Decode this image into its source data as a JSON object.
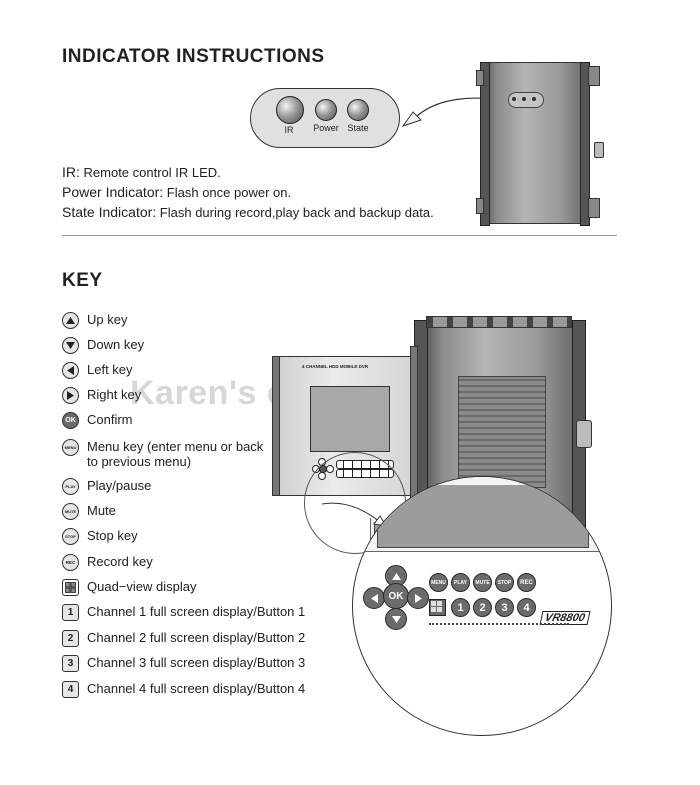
{
  "indicator_section": {
    "title": "INDICATOR INSTRUCTIONS",
    "panel_labels": [
      "IR",
      "Power",
      "State"
    ],
    "items": [
      {
        "label": "IR:",
        "text": "Remote control IR LED."
      },
      {
        "label": "Power Indicator:",
        "text": "Flash once power on."
      },
      {
        "label": "State Indicator:",
        "text": "Flash during record,play back and backup data."
      }
    ]
  },
  "key_section": {
    "title": "KEY",
    "items": [
      {
        "icon": "up-arrow-icon",
        "glyph": "",
        "label": "Up key"
      },
      {
        "icon": "down-arrow-icon",
        "glyph": "",
        "label": "Down key"
      },
      {
        "icon": "left-arrow-icon",
        "glyph": "",
        "label": "Left key"
      },
      {
        "icon": "right-arrow-icon",
        "glyph": "",
        "label": "Right key"
      },
      {
        "icon": "ok-icon",
        "glyph": "OK",
        "label": "Confirm"
      },
      {
        "icon": "menu-icon",
        "glyph": "MENU",
        "label": "Menu key (enter menu or back",
        "label2": "to previous menu)"
      },
      {
        "icon": "play-icon",
        "glyph": "PLAY",
        "label": "Play/pause"
      },
      {
        "icon": "mute-icon",
        "glyph": "MUTE",
        "label": "Mute"
      },
      {
        "icon": "stop-icon",
        "glyph": "STOP",
        "label": "Stop key"
      },
      {
        "icon": "rec-icon",
        "glyph": "REC",
        "label": "Record key"
      },
      {
        "icon": "quad-view-icon",
        "glyph": "",
        "label": "Quad−view display"
      },
      {
        "icon": "channel-1-icon",
        "glyph": "1",
        "label": "Channel 1 full screen display/Button 1"
      },
      {
        "icon": "channel-2-icon",
        "glyph": "2",
        "label": "Channel 2 full screen display/Button 2"
      },
      {
        "icon": "channel-3-icon",
        "glyph": "3",
        "label": "Channel 3 full screen display/Button 3"
      },
      {
        "icon": "channel-4-icon",
        "glyph": "4",
        "label": "Channel 4 full screen display/Button 4"
      }
    ]
  },
  "device": {
    "front_label": "4 CHANNEL HDD MOBILE DVR",
    "model": "VR8800",
    "buttons_top": [
      "MENU",
      "PLAY",
      "MUTE",
      "STOP",
      "REC"
    ],
    "buttons_num": [
      "1",
      "2",
      "3",
      "4"
    ],
    "ok_label": "OK"
  },
  "watermark": "Karen's electronic store",
  "colors": {
    "button_fill": "#6b6b6b",
    "panel_fill": "#e0e0e0",
    "device_metal": "#9a9a9a"
  }
}
